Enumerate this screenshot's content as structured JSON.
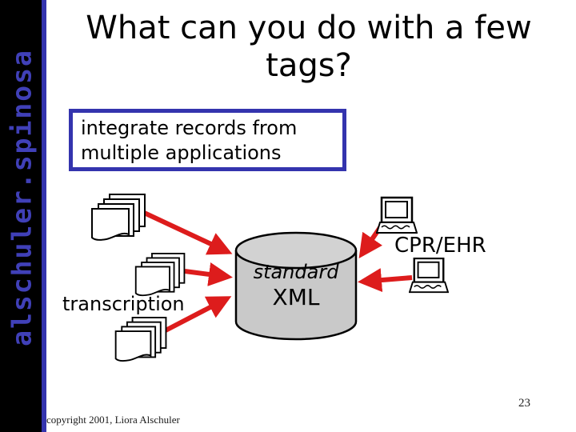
{
  "sidebar": {
    "brand_text": "alschuler.spinosa"
  },
  "title": {
    "line1": "What can you do with a few",
    "line2": "tags?"
  },
  "callout": {
    "line1": "integrate records from",
    "line2": "multiple applications"
  },
  "diagram": {
    "cylinder_label_line1": "standard",
    "cylinder_label_line2": "XML",
    "transcription_label": "transcription",
    "cpr_ehr_label": "CPR/EHR"
  },
  "footer": {
    "copyright": "copyright 2001, Liora Alschuler",
    "page_number": "23"
  },
  "colors": {
    "background": "#ffffff",
    "sidebar_bg": "#000000",
    "accent_blue": "#3434ae",
    "sidebar_text_blue": "#4040b8",
    "arrow_red": "#dd1c1c",
    "cylinder_fill": "#c9c9c9",
    "text_black": "#000000"
  }
}
